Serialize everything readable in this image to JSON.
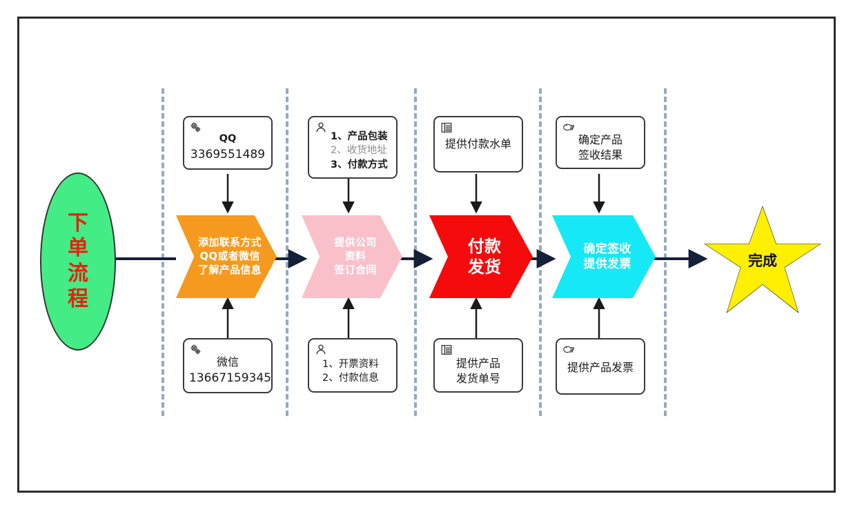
{
  "diagram": {
    "title_shape": {
      "name": "start-ellipse",
      "label": "下单流程",
      "fill": "#43ec85",
      "text_color": "#e8210d"
    },
    "finish_shape": {
      "name": "finish-star",
      "label": "完成",
      "fill": "#ffef00",
      "text_color": "#111111"
    },
    "stages": [
      {
        "id": "stage-1",
        "label": "添加联系方式\nQQ或者微信\n了解产品信息",
        "fill": "#f59a1e",
        "text_color": "#ffffff",
        "note_top": {
          "icon": "gears-icon",
          "lines": [
            {
              "text": "QQ",
              "style": "bold"
            },
            {
              "text": "3369551489",
              "style": "normal"
            }
          ]
        },
        "note_bottom": {
          "icon": "gears-icon",
          "lines": [
            {
              "text": "微信",
              "style": "normal"
            },
            {
              "text": "13667159345",
              "style": "normal"
            }
          ]
        }
      },
      {
        "id": "stage-2",
        "label": "提供公司\n资料\n签订合同",
        "fill": "#f9c0ca",
        "text_color": "#ffffff",
        "note_top": {
          "icon": "person-icon",
          "lines": [
            {
              "text": "1、产品包装",
              "style": "bold"
            },
            {
              "text": "2、收货地址",
              "style": "dim"
            },
            {
              "text": "3、付款方式",
              "style": "bold"
            }
          ]
        },
        "note_bottom": {
          "icon": "person-icon",
          "lines": [
            {
              "text": "1、开票资料",
              "style": "normal"
            },
            {
              "text": "2、付款信息",
              "style": "normal"
            }
          ]
        }
      },
      {
        "id": "stage-3",
        "label": "付款\n发货",
        "fill": "#f50b0b",
        "text_color": "#ffffff",
        "note_top": {
          "icon": "list-icon",
          "lines": [
            {
              "text": "提供付款水单",
              "style": "normal"
            }
          ]
        },
        "note_bottom": {
          "icon": "list-icon",
          "lines": [
            {
              "text": "提供产品",
              "style": "normal"
            },
            {
              "text": "发货单号",
              "style": "normal"
            }
          ]
        }
      },
      {
        "id": "stage-4",
        "label": "确定签收\n提供发票",
        "fill": "#16e9f5",
        "text_color": "#ffffff",
        "note_top": {
          "icon": "pointing-hand-icon",
          "lines": [
            {
              "text": "确定产品",
              "style": "normal"
            },
            {
              "text": "签收结果",
              "style": "normal"
            }
          ]
        },
        "note_bottom": {
          "icon": "pointing-hand-icon",
          "lines": [
            {
              "text": "提供产品发票",
              "style": "normal"
            }
          ]
        }
      }
    ],
    "colors": {
      "connector": "#141f38",
      "lane_divider": "#96a9c4",
      "frame_border": "#2b2b2b",
      "note_border": "#3a3a3a"
    }
  }
}
